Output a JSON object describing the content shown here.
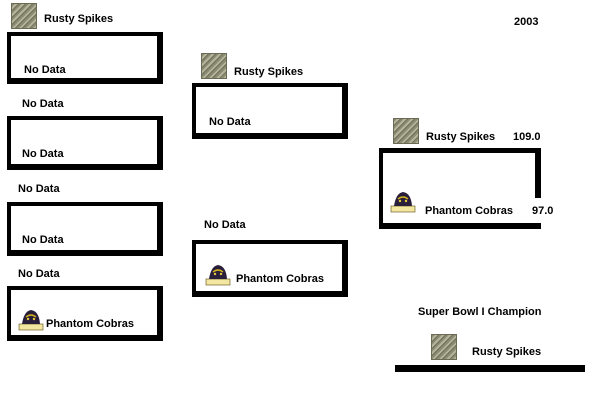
{
  "year": "2003",
  "placeholder": "No Data",
  "champion_heading": "Super Bowl I Champion",
  "teams": {
    "rusty": {
      "name": "Rusty Spikes",
      "logo": "rusty-spikes-helmet-icon"
    },
    "cobras": {
      "name": "Phantom Cobras",
      "logo": "phantom-cobras-logo-icon"
    }
  },
  "final_scores": {
    "rusty": "109.0",
    "cobras": "97.0"
  },
  "colors": {
    "lines": "#000000",
    "background": "#ffffff"
  }
}
